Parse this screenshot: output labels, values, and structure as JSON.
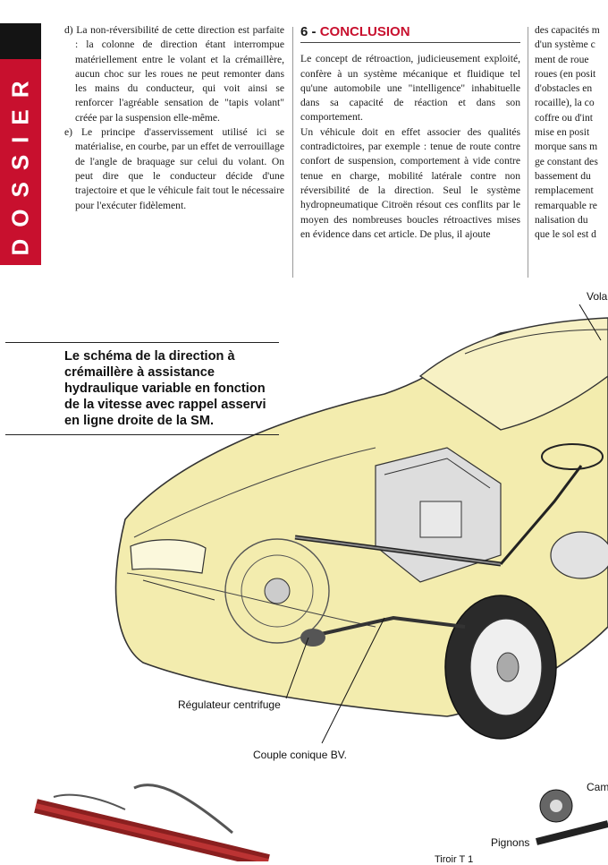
{
  "side_tab": {
    "label": "DOSSIER"
  },
  "col1": {
    "items": [
      "d) La non-réversibilité de cette direction est parfaite : la colonne de direction étant interrompue matériellement entre le volant et la crémaillère, aucun choc sur les roues ne peut remonter dans les mains du conducteur, qui voit ainsi se renforcer l'agréable sensation de \"tapis volant\" créée par la suspension elle-même.",
      "e) Le principe d'asservissement utilisé ici se matérialise, en courbe, par un effet de verrouillage de l'angle de braquage sur celui du volant. On peut dire que le conducteur décide d'une trajectoire et que le véhicule fait tout le nécessaire pour l'exécuter fidèlement."
    ]
  },
  "col2": {
    "heading_num": "6 - ",
    "heading_text": "CONCLUSION",
    "para1": "Le concept de rétroaction, judicieusement exploité, confère à un système mécanique et fluidique tel qu'une automobile une \"intelligence\" inhabituelle dans sa capacité de réaction et dans son comportement.",
    "para2": "Un véhicule doit en effet associer des qualités contradictoires, par exemple : tenue de route contre confort de suspension, comportement à vide contre tenue en charge, mobilité latérale contre non réversibilité de la direction. Seul le système hydropneumatique Citroën résout ces conflits par le moyen des nombreuses boucles rétroactives mises en évidence dans cet article. De plus, il ajoute"
  },
  "col3": {
    "lines": [
      "des capacités m",
      "d'un système c",
      "ment de roue",
      "roues (en posit",
      "d'obstacles en",
      "rocaille), la co",
      "coffre ou d'int",
      "mise en posit",
      "morque sans m",
      "ge constant des",
      "bassement du",
      "remplacement",
      "remarquable re",
      "nalisation du",
      "que le sol est d"
    ]
  },
  "caption": "Le schéma de la direction à crémaillère à assistance hydraulique variable en fonction de la vitesse avec rappel asservi en ligne droite de la SM.",
  "labels": {
    "volant": "Vola",
    "regulateur": "Régulateur  centrifuge",
    "couple": "Couple conique BV.",
    "pignons": "Pignons",
    "cam": "Cam",
    "tiroir": "Tiroir T 1"
  },
  "colors": {
    "accent_red": "#c8102e",
    "car_yellow": "#f3ecae",
    "tab_black": "#141414"
  }
}
